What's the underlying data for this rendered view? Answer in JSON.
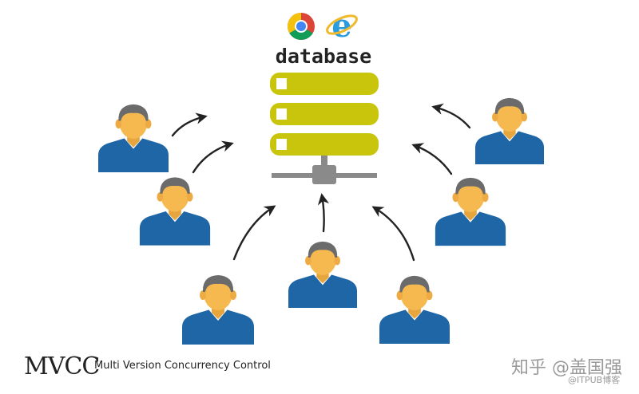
{
  "diagram": {
    "server_label": "database",
    "footer_title": "MVCC",
    "footer_subtitle": "Multi Version Concurrency Control",
    "watermark_main": "知乎 @盖国强",
    "watermark_sub": "@ITPUB博客",
    "icons": [
      "chrome-icon",
      "internet-explorer-icon"
    ],
    "colors": {
      "server_body": "#c9c40c",
      "person_shirt": "#1f66a6",
      "person_skin": "#f6b950",
      "person_hair": "#6b6b6b",
      "arrow": "#222222"
    }
  }
}
